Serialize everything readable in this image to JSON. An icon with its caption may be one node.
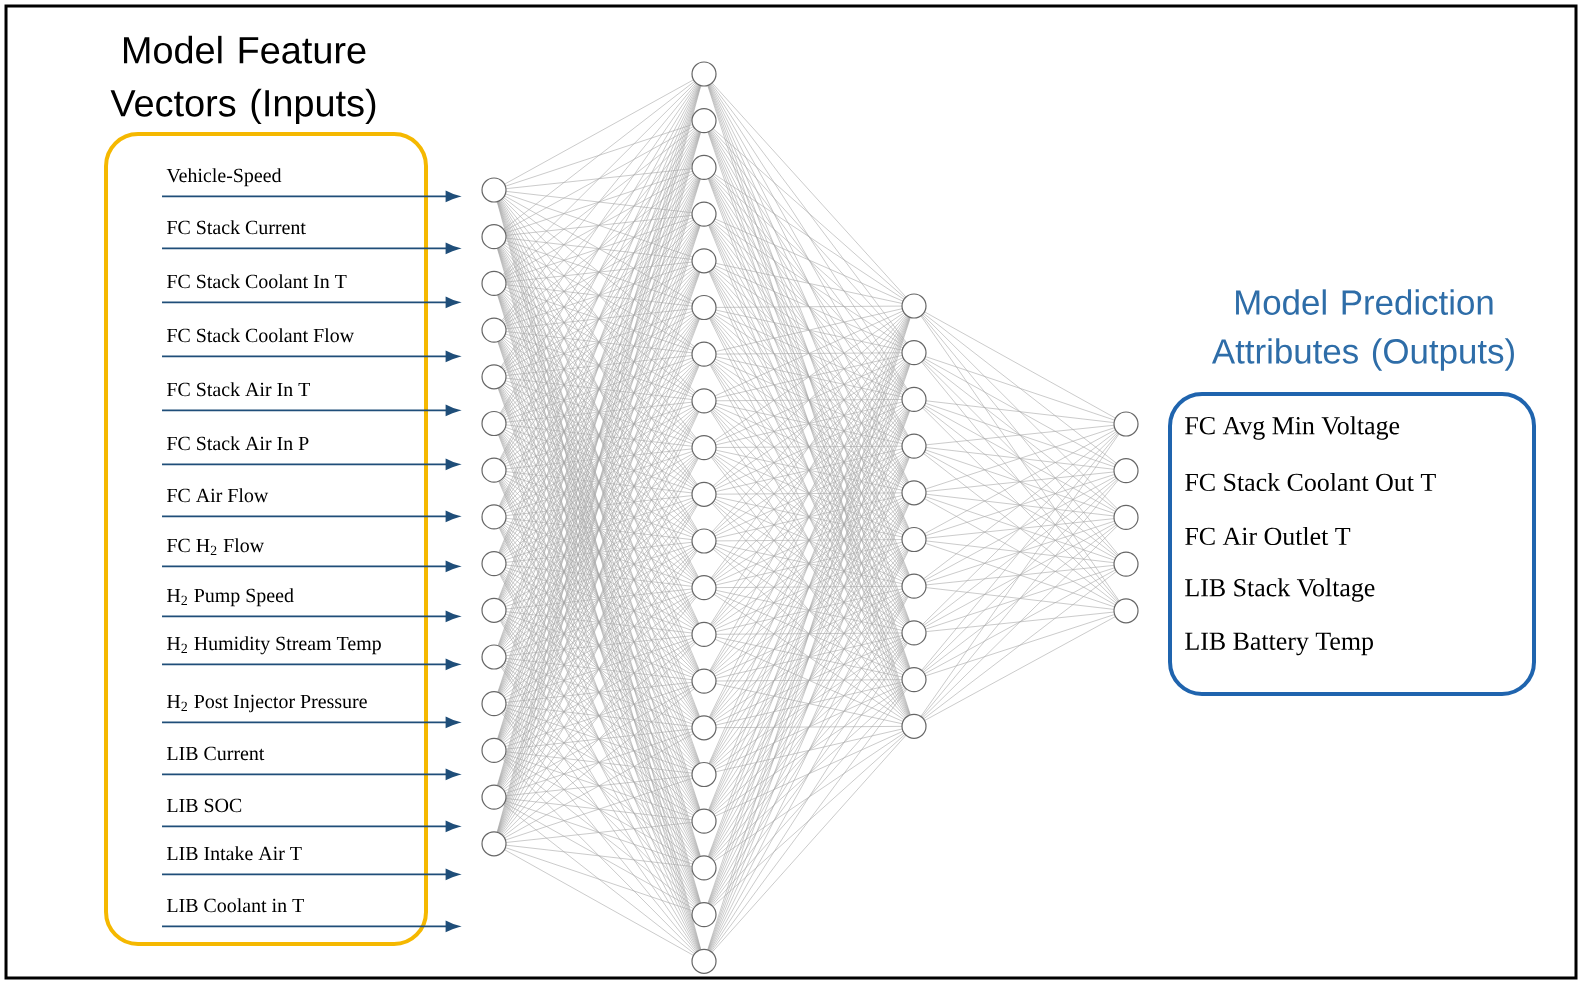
{
  "diagram": {
    "nodes": [
      {
        "text": [
          "Model Feature Vectors (Inputs)"
        ]
      },
      {
        "text": [
          "Vehicle-Speed"
        ],
        "in": 0
      },
      {
        "text": [
          "FC Stack Current"
        ],
        "in": 0
      },
      {
        "text": [
          "FC Stack Coolant In T"
        ],
        "in": 0
      },
      {
        "text": [
          "FC Stack Coolant Flow"
        ],
        "in": 0
      },
      {
        "text": [
          "FC Stack Air In T"
        ],
        "in": 0
      },
      {
        "text": [
          "FC Stack Air In P"
        ],
        "in": 0
      },
      {
        "text": [
          "FC Air Flow"
        ],
        "in": 0
      },
      {
        "text": [
          "FC H$_{2}$ Flow"
        ],
        "in": 0
      },
      {
        "text": [
          "H$_{2}$ Pump Speed"
        ],
        "in": 0
      },
      {
        "text": [
          "H$_{2}$ Humidity Stream Temp"
        ],
        "in": 0
      },
      {
        "text": [
          "H$_{2}$ Post Injector Pressure"
        ],
        "in": 0
      },
      {
        "text": [
          "LIB Current"
        ],
        "in": 0
      },
      {
        "text": [
          "LIB SOC"
        ],
        "in": 0
      },
      {
        "text": [
          "LIB Intake Air T"
        ],
        "in": 0
      },
      {
        "text": [
          "LIB Coolant in T"
        ],
        "in": 0
      },
      {
        "text": [],
        "shape": "picture"
      },
      {
        "text": [
          "Model Prediction Attributes (Outputs)",
          "FC Avg Min Voltage",
          "FC Stack Coolant Out T",
          "FC Air Outlet T",
          "LIB Stack Voltage",
          "LIB Battery Temp"
        ]
      }
    ],
    "edges": [
      {
        "from": 1,
        "to": 16,
        "arrow": "to"
      },
      {
        "from": 2,
        "to": 16,
        "arrow": "to"
      },
      {
        "from": 3,
        "to": 16,
        "arrow": "to"
      },
      {
        "from": 4,
        "to": 16,
        "arrow": "to"
      },
      {
        "from": 5,
        "to": 16,
        "arrow": "to"
      },
      {
        "from": 6,
        "to": 16,
        "arrow": "to"
      },
      {
        "from": 7,
        "to": 16,
        "arrow": "to"
      },
      {
        "from": 8,
        "to": 16,
        "arrow": "to"
      },
      {
        "from": 9,
        "to": 16,
        "arrow": "to"
      },
      {
        "from": 10,
        "to": 16,
        "arrow": "to"
      },
      {
        "from": 11,
        "to": 16,
        "arrow": "to"
      },
      {
        "from": 12,
        "to": 16,
        "arrow": "to"
      },
      {
        "from": 13,
        "to": 16,
        "arrow": "to"
      },
      {
        "from": 14,
        "to": 16,
        "arrow": "to"
      },
      {
        "from": 15,
        "to": 16,
        "arrow": "to"
      }
    ]
  }
}
